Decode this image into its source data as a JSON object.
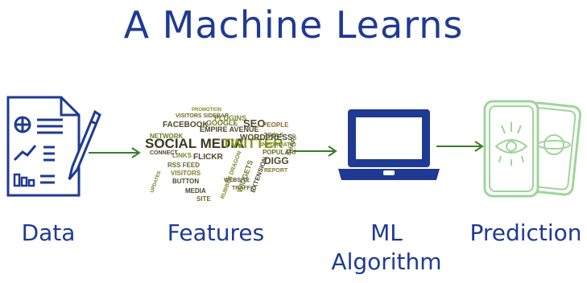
{
  "title": "A Machine Learns",
  "stages": {
    "data": {
      "label": "Data",
      "icon": "document-chart-icon"
    },
    "features": {
      "label": "Features",
      "icon": "word-cloud-icon",
      "words": [
        "SOCIAL MEDIA",
        "TWITTER",
        "FACEBOOK",
        "GOOGLE",
        "PLUGINS",
        "EMPIRE AVENUE",
        "WORDPRESS",
        "SEO",
        "PEOPLE",
        "WIDGETS",
        "DIGG",
        "FLICKR",
        "NETWORK",
        "LINKS",
        "RSS FEED",
        "VISITORS",
        "SIDEBAR",
        "PROMOTION",
        "EXTENSION",
        "POPULARITY",
        "SHARE",
        "BUTTON",
        "WEBSITE",
        "REPORT",
        "MEDIA",
        "SITE",
        "TRAFFIC",
        "INFORMATION",
        "TOOLS",
        "CONNECT",
        "UPDATES",
        "RUBBER DRAGON"
      ]
    },
    "algorithm": {
      "label_line1": "ML",
      "label_line2": "Algorithm",
      "icon": "laptop-icon"
    },
    "prediction": {
      "label": "Prediction",
      "icon": "tarot-cards-icon"
    }
  },
  "colors": {
    "blue": "#1f3a93",
    "green": "#3a7d2c",
    "lightgreen": "#9fd49a"
  }
}
